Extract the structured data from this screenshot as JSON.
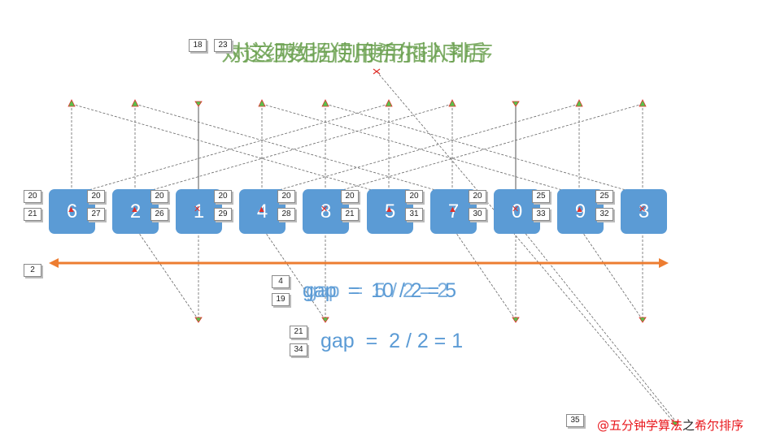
{
  "titles": [
    "对这两组分别使用插入排序",
    "对这组数据使用希尔排序后"
  ],
  "array": [
    "6",
    "2",
    "1",
    "4",
    "8",
    "5",
    "7",
    "0",
    "9",
    "3"
  ],
  "formulas": {
    "gap_first_a": "gap  =  10 / 2 = 5",
    "gap_first_b": "gap  =  5 / 2 = 2",
    "gap_second": "gap  =  2 / 2 = 1"
  },
  "footer": {
    "prefix": "@五分钟学算法",
    "middle": "之",
    "suffix": "希尔排序"
  },
  "tags": {
    "t18": "18",
    "t23": "23",
    "t20a": "20",
    "t21a": "21",
    "t20b": "20",
    "t27": "27",
    "t20c": "20",
    "t26": "26",
    "t20d": "20",
    "t29": "29",
    "t20e": "20",
    "t28": "28",
    "t20f": "20",
    "t21b": "21",
    "t20g": "20",
    "t31": "31",
    "t20h": "20",
    "t30": "30",
    "t25a": "25",
    "t33": "33",
    "t25b": "25",
    "t32": "32",
    "t2": "2",
    "t4": "4",
    "t19": "19",
    "t21c": "21",
    "t34": "34",
    "t35": "35"
  },
  "colors": {
    "box": "#5b9bd5",
    "arrow": "#ed7d31",
    "title": "#6aa04f",
    "formula": "#5b9bd5",
    "footer_red": "#e8161b"
  }
}
